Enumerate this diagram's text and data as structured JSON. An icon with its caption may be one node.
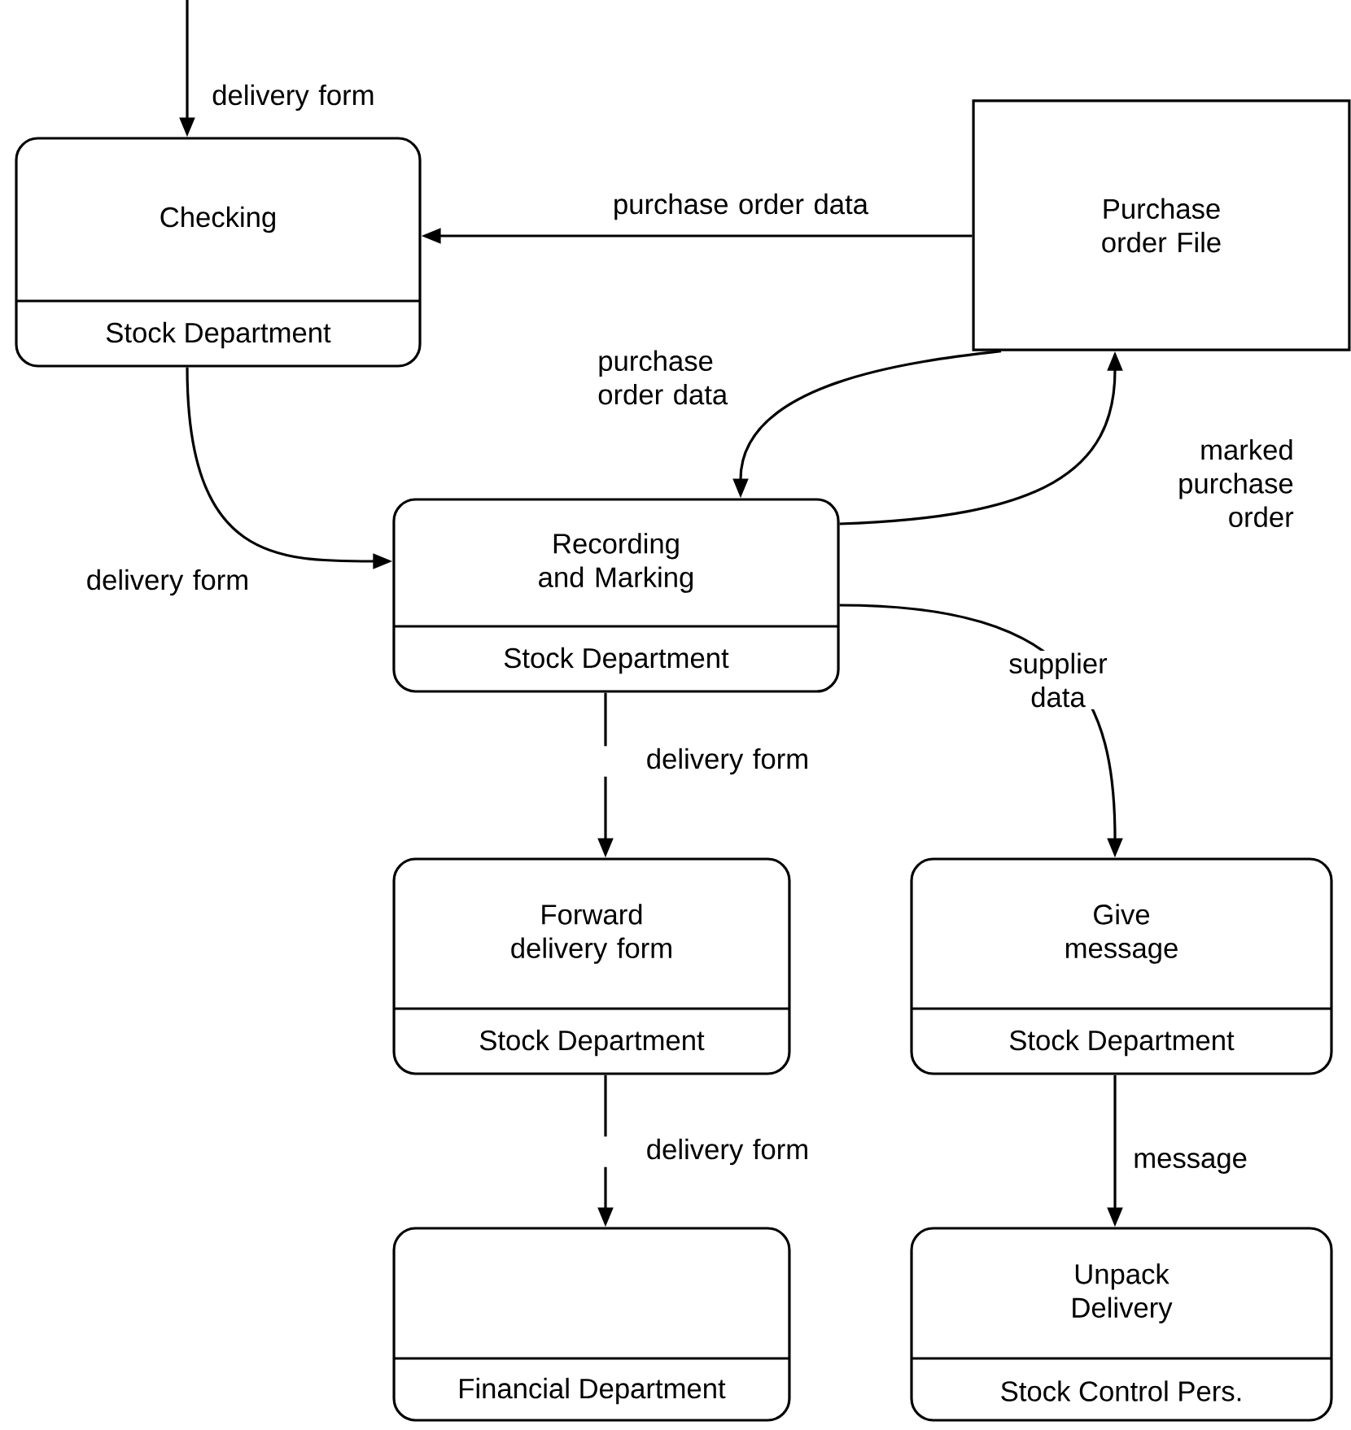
{
  "diagram": {
    "nodes": [
      {
        "text": [
          "Checking",
          "Stock Department"
        ]
      },
      {
        "text": [
          "Purchase order File"
        ]
      },
      {
        "text": [
          "Recording and Marking",
          "Stock Department"
        ]
      },
      {
        "text": [
          "Forward delivery form",
          "Stock Department"
        ]
      },
      {
        "text": [
          "Give message",
          "Stock Department"
        ]
      },
      {
        "text": [
          "Financial Department"
        ]
      },
      {
        "text": [
          "Unpack Delivery",
          "Stock Control Pers."
        ]
      }
    ],
    "edges": [
      {
        "from": null,
        "to": 0,
        "arrow": "to",
        "label": "delivery form"
      },
      {
        "from": 1,
        "to": 0,
        "arrow": "to",
        "label": "purchase order data"
      },
      {
        "from": 1,
        "to": 2,
        "arrow": "to",
        "label": "purchase order data"
      },
      {
        "from": 2,
        "to": 1,
        "arrow": "to",
        "label": "marked purchase order"
      },
      {
        "from": 0,
        "to": 2,
        "arrow": "to",
        "label": "delivery form"
      },
      {
        "from": 2,
        "to": 3,
        "arrow": "to",
        "label": "delivery form"
      },
      {
        "from": 2,
        "to": 4,
        "arrow": "to",
        "label": "supplier data"
      },
      {
        "from": 3,
        "to": 5,
        "arrow": "to",
        "label": "delivery form"
      },
      {
        "from": 4,
        "to": 6,
        "arrow": "to",
        "label": "message"
      }
    ]
  }
}
